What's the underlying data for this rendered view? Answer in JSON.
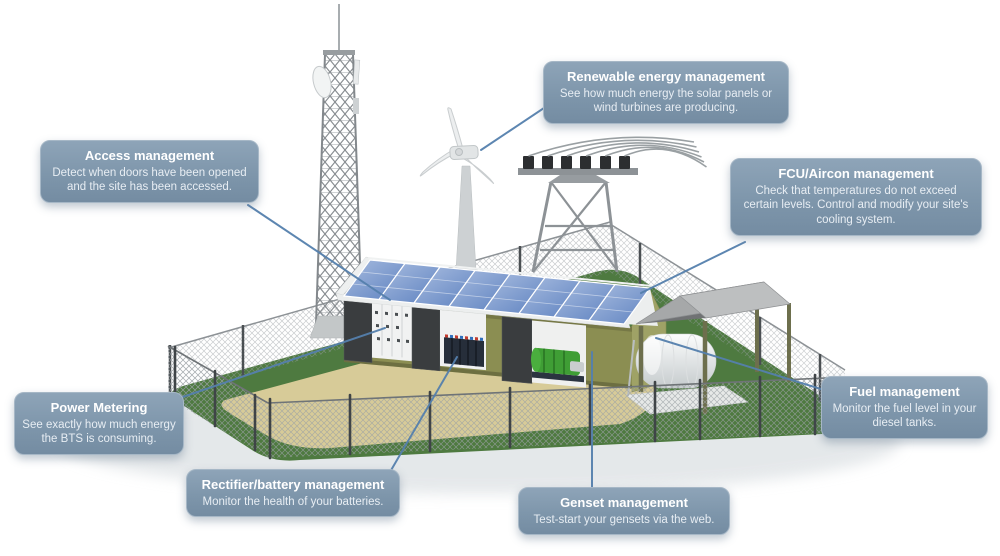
{
  "callouts": [
    {
      "id": "renewable",
      "title": "Renewable energy management",
      "body": "See how much energy the solar panels or wind turbines are producing."
    },
    {
      "id": "access",
      "title": "Access management",
      "body": "Detect when doors have been opened and the site has been accessed."
    },
    {
      "id": "fcu",
      "title": "FCU/Aircon management",
      "body": "Check that temperatures do not exceed certain levels. Control and modify your site's cooling system."
    },
    {
      "id": "power",
      "title": "Power Metering",
      "body": "See exactly how much energy the BTS is consuming."
    },
    {
      "id": "rectifier",
      "title": "Rectifier/battery management",
      "body": "Monitor the health of your batteries."
    },
    {
      "id": "genset",
      "title": "Genset management",
      "body": "Test-start your gensets via the web."
    },
    {
      "id": "fuel",
      "title": "Fuel management",
      "body": "Monitor the fuel level in your diesel tanks."
    }
  ],
  "colors": {
    "callout_background": "#7e96ab",
    "callout_title": "#ffffff",
    "callout_body": "#e7edf3",
    "leader_line": "#5580ad",
    "grass": "#4e7a40",
    "ground_sand": "#d7cb98",
    "building_wall": "#8b8e52",
    "solar_panel": "#6f93cc",
    "genset_green": "#3f9e35",
    "shed_roof": "#b0b2b3",
    "fuel_tank": "#f2f4f4",
    "tower_steel": "#8d9296"
  }
}
